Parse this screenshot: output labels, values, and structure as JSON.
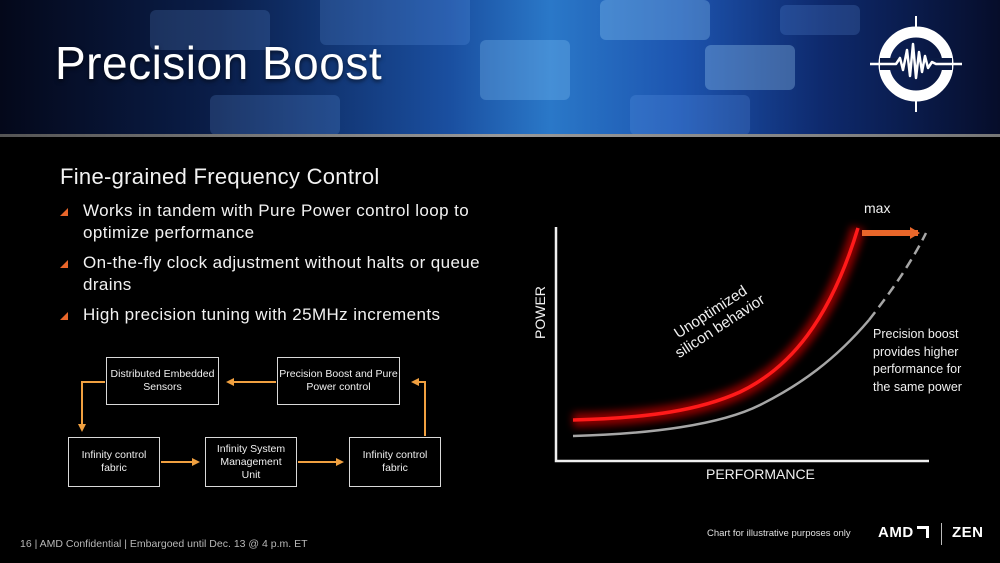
{
  "slide": {
    "title": "Precision Boost",
    "subheading": "Fine-grained Frequency Control",
    "bullets": [
      "Works in tandem with Pure Power control loop to optimize performance",
      "On-the-fly clock adjustment without halts or queue drains",
      "High precision tuning with 25MHz increments"
    ],
    "footer": "16 | AMD Confidential | Embargoed until Dec. 13 @ 4 p.m. ET",
    "disclaimer": "Chart for illustrative purposes only",
    "brand": {
      "amd": "AMD",
      "zen": "ZEN"
    },
    "logo_icon": "waveform-crosshair-icon",
    "colors": {
      "accent": "#e8662a",
      "red_curve": "#ff1a1a",
      "gray_curve": "#a6a6a6",
      "box_border": "#d9d9d9"
    }
  },
  "diagram": {
    "boxes": {
      "sensors": "Distributed Embedded Sensors",
      "pb_control": "Precision Boost and Pure Power control",
      "fabric_left": "Infinity control fabric",
      "smu": "Infinity System Management Unit",
      "fabric_right": "Infinity control fabric"
    },
    "flow": [
      "pb_control -> sensors",
      "sensors -> fabric_left",
      "fabric_left -> smu",
      "smu -> fabric_right",
      "fabric_right -> pb_control"
    ]
  },
  "chart_data": {
    "type": "line",
    "title": "",
    "xlabel": "PERFORMANCE",
    "ylabel": "POWER",
    "grid": false,
    "series": [
      {
        "name": "Unoptimized silicon behavior",
        "color": "#ff1a1a",
        "x": [
          0,
          0.2,
          0.4,
          0.55,
          0.7,
          0.8
        ],
        "y": [
          0.18,
          0.22,
          0.32,
          0.45,
          0.7,
          1.0
        ]
      },
      {
        "name": "Precision boost",
        "color": "#a6a6a6",
        "x": [
          0,
          0.3,
          0.55,
          0.75,
          0.9,
          0.98
        ],
        "y": [
          0.11,
          0.15,
          0.25,
          0.45,
          0.7,
          0.98
        ],
        "dashed_after_x": 0.8
      }
    ],
    "annotations": [
      {
        "text": "max",
        "position": "top"
      },
      {
        "text": "Unoptimized silicon behavior",
        "position": "along red curve"
      },
      {
        "text": "Precision boost provides higher performance for the same power",
        "position": "right"
      }
    ],
    "arrow": {
      "from": "red curve max",
      "to": "gray curve max",
      "color": "#e8662a"
    }
  }
}
